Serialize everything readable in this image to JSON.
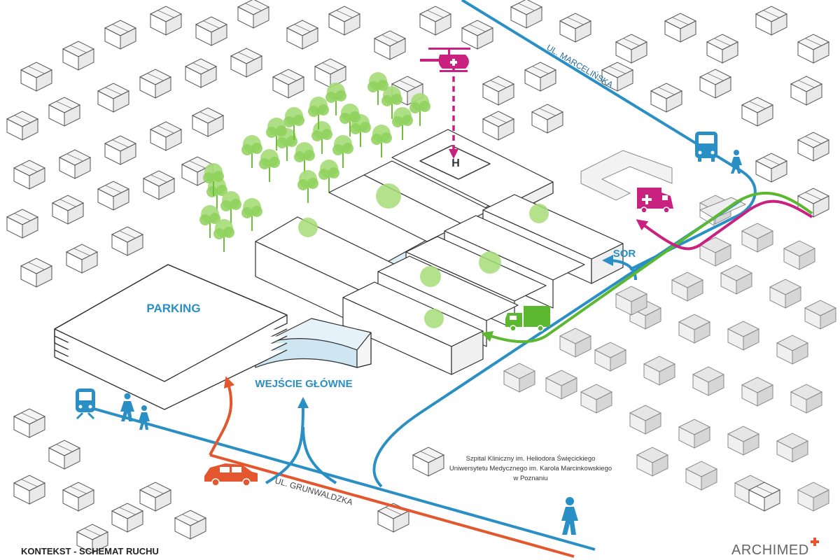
{
  "labels": {
    "parking": "PARKING",
    "main_entrance": "WEJŚCIE GŁÓWNE",
    "sor": "SOR",
    "street_marcelinska": "UL. MARCELIŃSKA",
    "street_grunwaldzka": "UL. GRUNWALDZKA",
    "title": "KONTEKST - SCHEMAT RUCHU"
  },
  "caption": {
    "line1": "Szpital Kliniczny im. Heliodora Święcickiego",
    "line2": "Uniwersytetu Medycznego im. Karola Marcinkowskiego",
    "line3": "w Poznaniu"
  },
  "logo": {
    "text": "ARCHIMED"
  },
  "helipad": {
    "mark": "H"
  },
  "colors": {
    "pedestrian_transit": "#2a8fc4",
    "car": "#e4572e",
    "delivery": "#5cb830",
    "emergency": "#c8217f",
    "trees": "#8ed15a",
    "glass": "#cde6f2",
    "building_stroke": "#3a3a3a",
    "context_fill": "#f2f2f2"
  },
  "icons": [
    "helicopter-icon",
    "bus-icon",
    "ambulance-icon",
    "truck-icon",
    "car-icon",
    "train-icon",
    "pedestrian-icon"
  ]
}
